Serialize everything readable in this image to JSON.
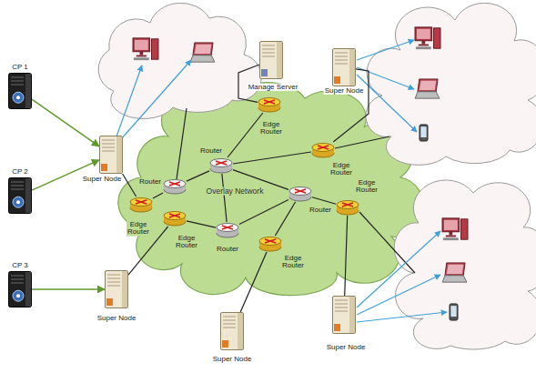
{
  "diagram": {
    "nodes": [
      {
        "text": [
          "CP 1"
        ]
      },
      {
        "text": [
          "Super Node"
        ]
      },
      {
        "text": [
          "CP 2"
        ]
      },
      {
        "text": [
          "CP 3"
        ]
      },
      {
        "text": [
          "Super Node"
        ]
      },
      {
        "text": [
          "Manage Server"
        ]
      },
      {
        "text": [
          "Super Node"
        ]
      },
      {
        "text": [
          "Overlay Network"
        ]
      },
      {
        "text": [
          "Edge Router"
        ],
        "in": 7
      },
      {
        "text": [
          "Router"
        ],
        "in": 7
      },
      {
        "text": [
          "Edge Router"
        ],
        "in": 7
      },
      {
        "text": [
          "Router"
        ],
        "in": 7
      },
      {
        "text": [
          "Edge Router"
        ],
        "in": 7
      },
      {
        "text": [
          "Router"
        ],
        "in": 7
      },
      {
        "text": [
          "Edge Router"
        ],
        "in": 7
      },
      {
        "text": [
          "Edge Router"
        ],
        "in": 7
      },
      {
        "text": [
          "Router"
        ],
        "in": 7
      },
      {
        "text": [
          "Edge Router"
        ],
        "in": 7
      },
      {
        "text": [
          "Super Node"
        ]
      },
      {
        "text": [
          "Super Node"
        ]
      }
    ],
    "edges": [
      {
        "from": 0,
        "to": 1,
        "arrow": "to"
      },
      {
        "from": 2,
        "to": 1,
        "arrow": "to"
      },
      {
        "from": 3,
        "to": 4,
        "arrow": "to"
      },
      {
        "from": 1,
        "to": 12,
        "arrow": "none"
      },
      {
        "from": 5,
        "to": 8,
        "arrow": "none"
      },
      {
        "from": 6,
        "to": 10,
        "arrow": "none"
      },
      {
        "from": 8,
        "to": 9,
        "arrow": "none"
      },
      {
        "from": 9,
        "to": 10,
        "arrow": "none"
      },
      {
        "from": 9,
        "to": 11,
        "arrow": "none"
      },
      {
        "from": 11,
        "to": 12,
        "arrow": "none"
      },
      {
        "from": 9,
        "to": 16,
        "arrow": "none"
      },
      {
        "from": 9,
        "to": 13,
        "arrow": "none"
      },
      {
        "from": 15,
        "to": 16,
        "arrow": "none"
      },
      {
        "from": 16,
        "to": 13,
        "arrow": "none"
      },
      {
        "from": 13,
        "to": 14,
        "arrow": "none"
      },
      {
        "from": 13,
        "to": 17,
        "arrow": "none"
      },
      {
        "from": 15,
        "to": 4,
        "arrow": "none"
      },
      {
        "from": 17,
        "to": 19,
        "arrow": "none"
      },
      {
        "from": 14,
        "to": 18,
        "arrow": "none"
      }
    ]
  }
}
